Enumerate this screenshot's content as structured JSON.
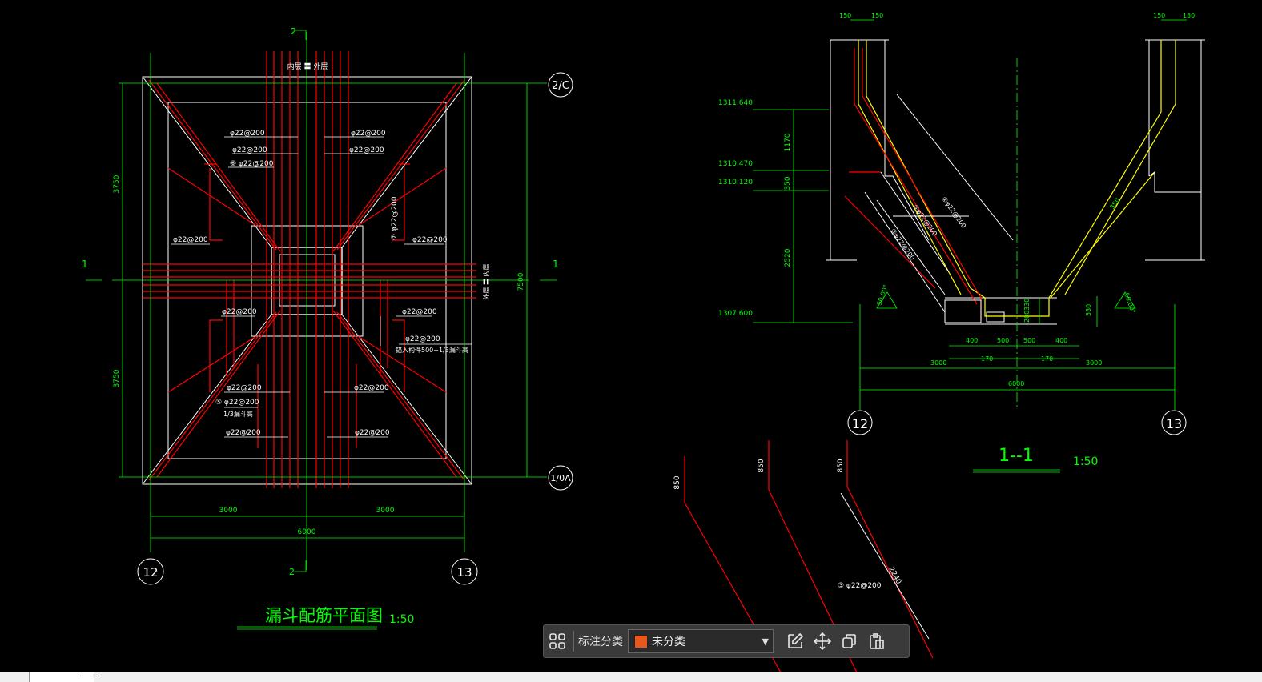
{
  "plan": {
    "title": "漏斗配筋平面图",
    "scale": "1:50",
    "axis_top_right": "2/C",
    "axis_bottom_right": "1/0A",
    "axis_left": "12",
    "axis_right": "13",
    "section_top": "2",
    "section_bottom": "2",
    "section_left": "1",
    "section_right": "1",
    "dim_left_top": "3750",
    "dim_left_bottom": "3750",
    "dim_right": "7500",
    "dim_bottom_left": "3000",
    "dim_bottom_right": "3000",
    "dim_bottom_total": "6000",
    "top_note": "内层 〓 外层",
    "side_note": "外层 〓 内层",
    "rebar_labels": [
      "φ22@200",
      "φ22@200",
      "φ22@200",
      "φ22@200",
      "⑥ φ22@200",
      "⑦ φ22@200",
      "φ22@200",
      "φ22@200",
      "φ22@200",
      "φ22@200",
      "φ22@200",
      "φ22@200",
      "⑤ φ22@200",
      "φ22@200",
      "φ22@200",
      "φ22@200"
    ],
    "note_a": "锚入构件500+1/3漏斗高",
    "note_b": "1/3漏斗高"
  },
  "section": {
    "title": "1--1",
    "scale": "1:50",
    "axis_left": "12",
    "axis_right": "13",
    "elev_1": "1311.640",
    "elev_2": "1310.470",
    "elev_3": "1310.120",
    "elev_4": "1307.600",
    "dim_v1": "1170",
    "dim_v2": "350",
    "dim_v3": "2520",
    "dim_top_l1": "150",
    "dim_top_l2": "150",
    "dim_top_r1": "150",
    "dim_top_r2": "150",
    "dim_b": [
      "400",
      "500",
      "500",
      "400"
    ],
    "dim_b2": [
      "170",
      "170"
    ],
    "dim_b_left": "3000",
    "dim_b_right": "3000",
    "dim_b_total": "6000",
    "dim_slope": "350",
    "dim_r_330": "330",
    "dim_r_200": "200",
    "dim_r_530": "530",
    "angle_l": "50.00°",
    "angle_r": "50.00°",
    "note_1": "②φ22@200",
    "note_2": "③φ22@200",
    "note_3": "⑥φ22@200"
  },
  "detail": {
    "dim_1": "850",
    "dim_2": "850",
    "dim_3": "850",
    "dim_4": "2240",
    "rebar": "③ φ22@200"
  },
  "toolbar": {
    "label": "标注分类",
    "selected": "未分类",
    "swatch_color": "#e8571c"
  },
  "colors": {
    "green": "#00ff00",
    "red": "#ff0000",
    "yellow": "#ffff00",
    "white": "#ffffff"
  }
}
